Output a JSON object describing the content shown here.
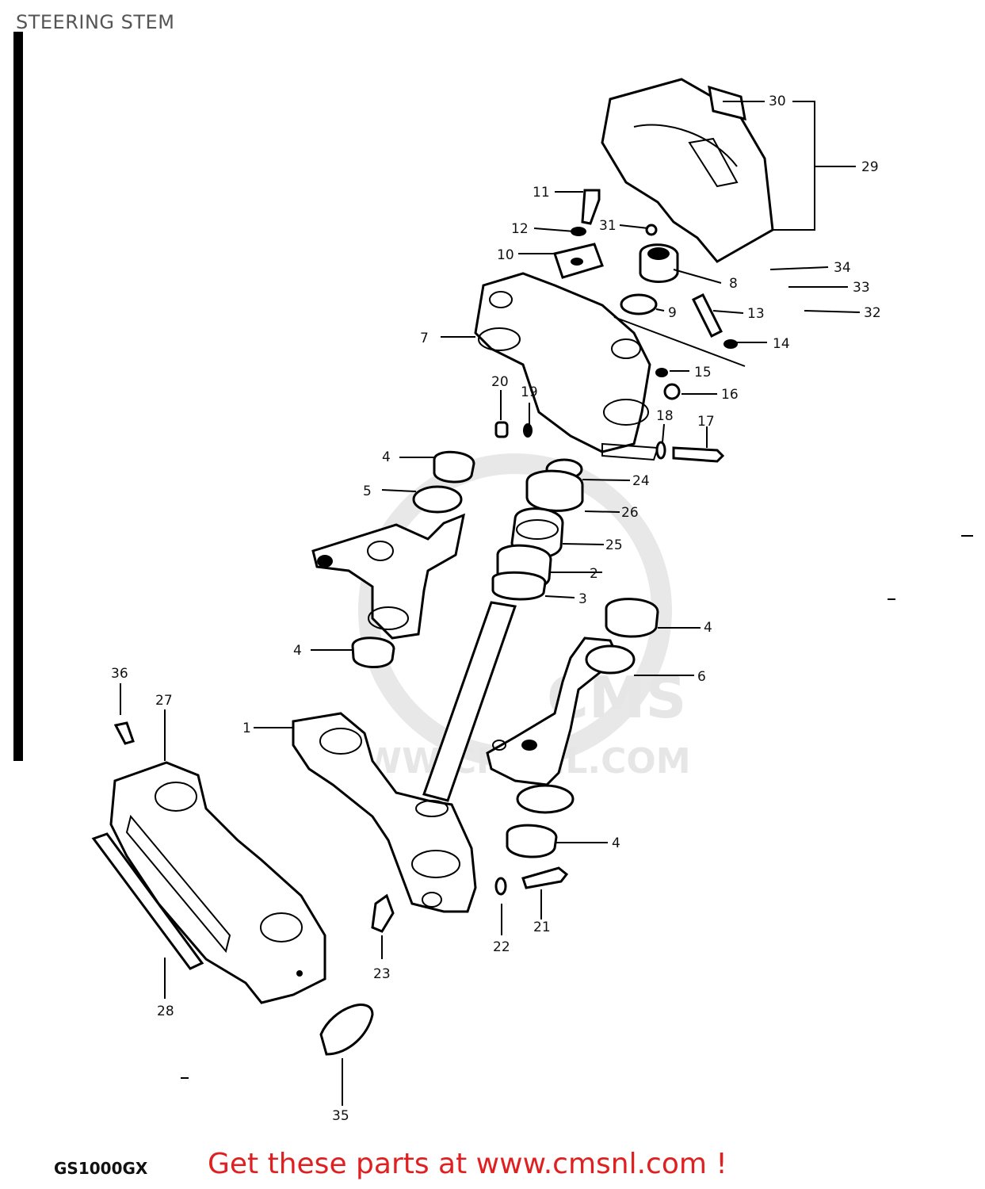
{
  "title": "STEERING STEM",
  "model_code": "GS1000GX",
  "cta_text": "Get these parts at www.cmsnl.com !",
  "watermark": {
    "logo_text": "CMS",
    "url_text": "WWW.CMSNL.COM"
  },
  "part_numbers": {
    "p1": "1",
    "p2": "2",
    "p3": "3",
    "p4a": "4",
    "p4b": "4",
    "p4c": "4",
    "p4d": "4",
    "p5": "5",
    "p6": "6",
    "p7": "7",
    "p8": "8",
    "p9": "9",
    "p10": "10",
    "p11": "11",
    "p12": "12",
    "p13": "13",
    "p14": "14",
    "p15": "15",
    "p16": "16",
    "p17": "17",
    "p18": "18",
    "p19": "19",
    "p20": "20",
    "p21": "21",
    "p22": "22",
    "p23": "23",
    "p24": "24",
    "p25": "25",
    "p26": "26",
    "p27": "27",
    "p28": "28",
    "p29": "29",
    "p30": "30",
    "p31": "31",
    "p32": "32",
    "p33": "33",
    "p34": "34",
    "p35": "35",
    "p36": "36"
  }
}
